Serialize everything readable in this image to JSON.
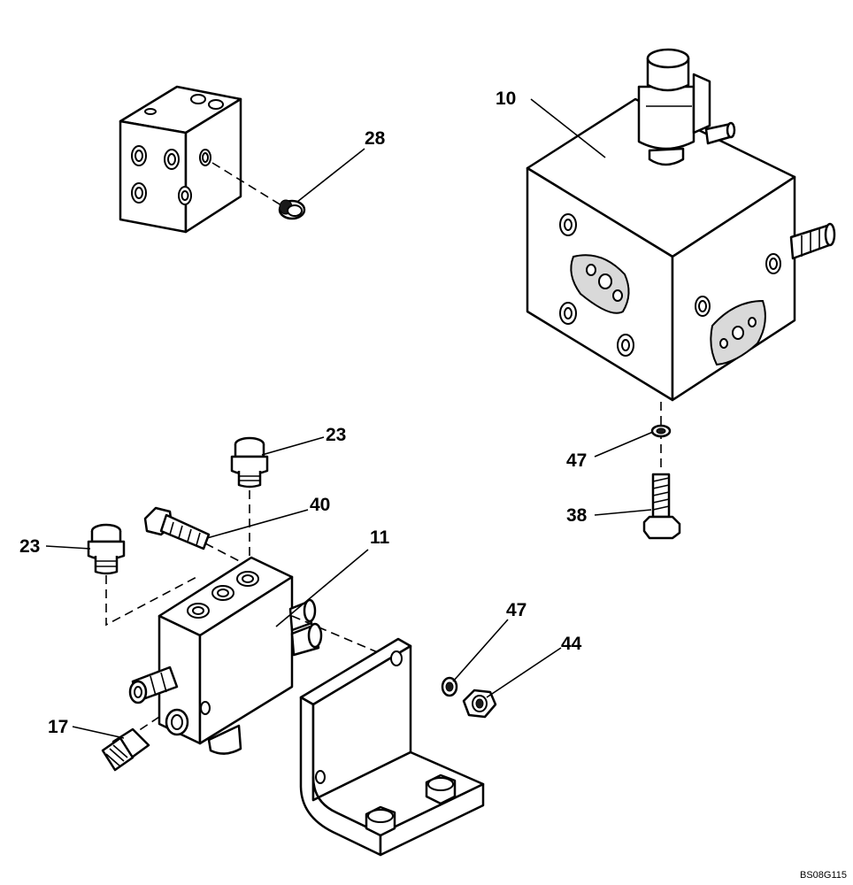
{
  "diagram": {
    "figure_id": "BS08G115",
    "callouts": {
      "c10": "10",
      "c28": "28",
      "c23a": "23",
      "c40": "40",
      "c23b": "23",
      "c11": "11",
      "c47a": "47",
      "c38": "38",
      "c47b": "47",
      "c44": "44",
      "c17": "17"
    }
  }
}
